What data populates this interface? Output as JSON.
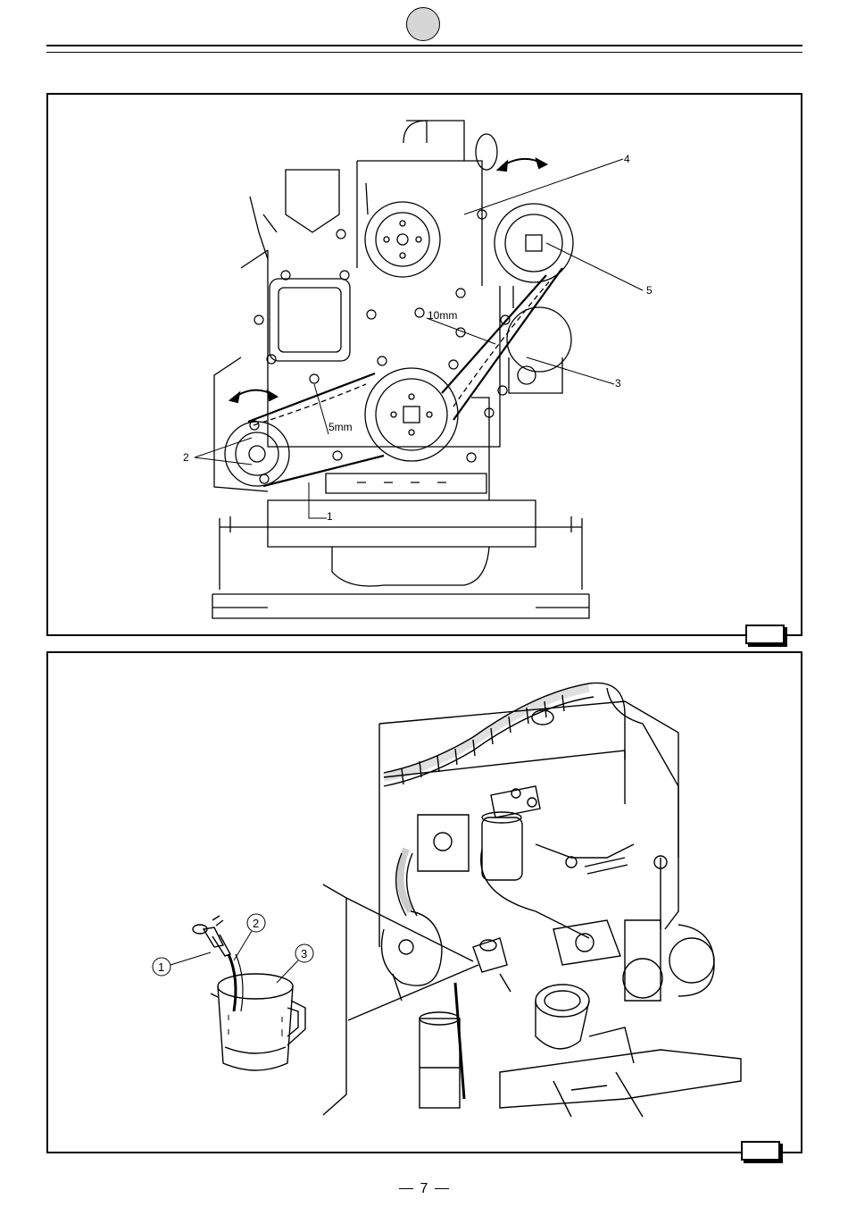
{
  "header": {
    "badge_color": "#d6d6d6"
  },
  "figure_top": {
    "callouts": [
      "1",
      "2",
      "3",
      "4",
      "5"
    ],
    "dimensions": [
      "10mm",
      "5mm"
    ]
  },
  "figure_bottom": {
    "callouts": [
      "1",
      "2",
      "3"
    ]
  },
  "footer": {
    "page_number": "7"
  }
}
